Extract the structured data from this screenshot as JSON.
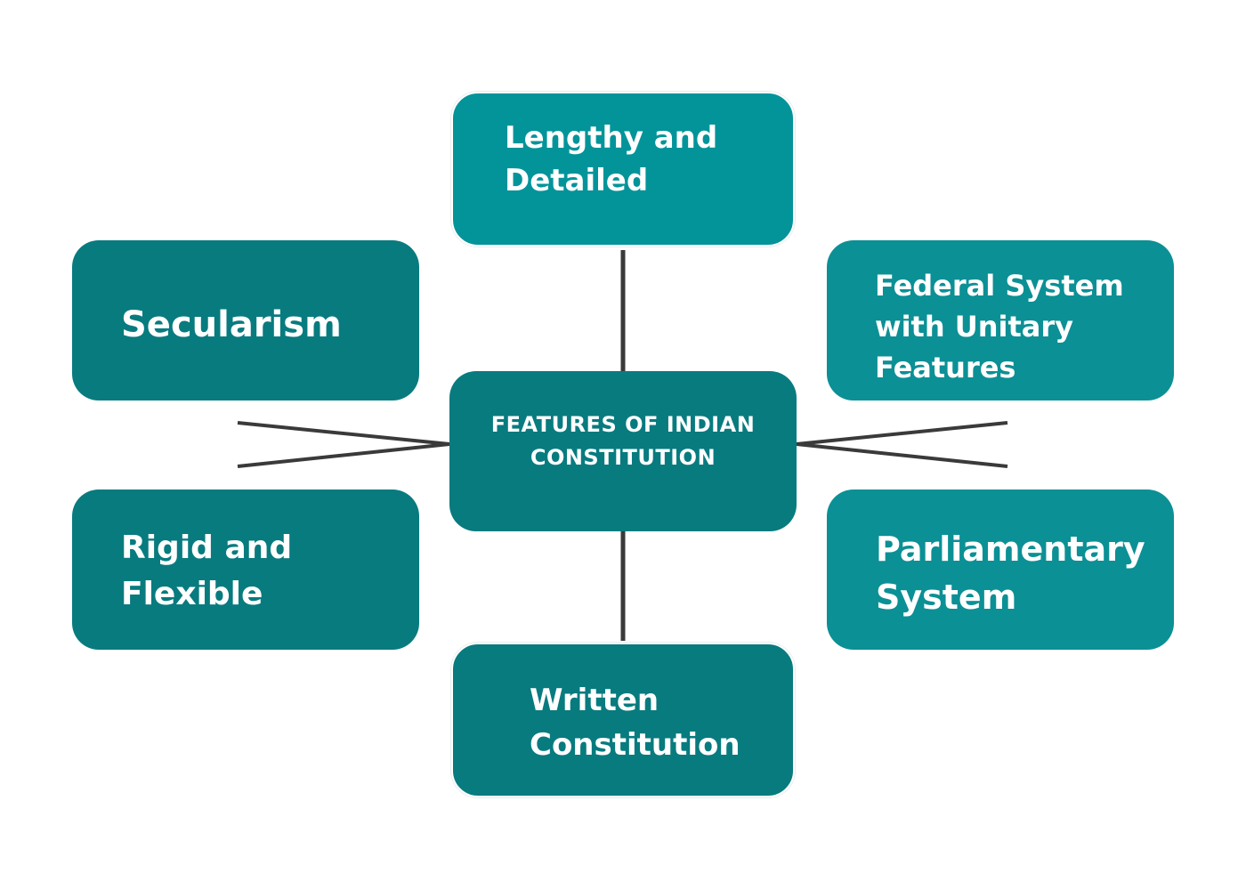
{
  "diagram": {
    "center": {
      "label": "FEATURES OF INDIAN\nCONSTITUTION"
    },
    "nodes": {
      "top": {
        "label": "Lengthy and\nDetailed"
      },
      "upper_left": {
        "label": "Secularism"
      },
      "upper_right": {
        "label": "Federal System\nwith Unitary\nFeatures"
      },
      "lower_left": {
        "label": "Rigid and\nFlexible"
      },
      "lower_right": {
        "label": "Parliamentary\nSystem"
      },
      "bottom": {
        "label": "Written\nConstitution"
      }
    },
    "colors": {
      "dark_teal": "#087b7f",
      "medium_teal": "#0b9095",
      "bright_teal": "#03949a",
      "connector": "#3a3a3a",
      "text": "#ffffff",
      "background": "#ffffff"
    }
  }
}
